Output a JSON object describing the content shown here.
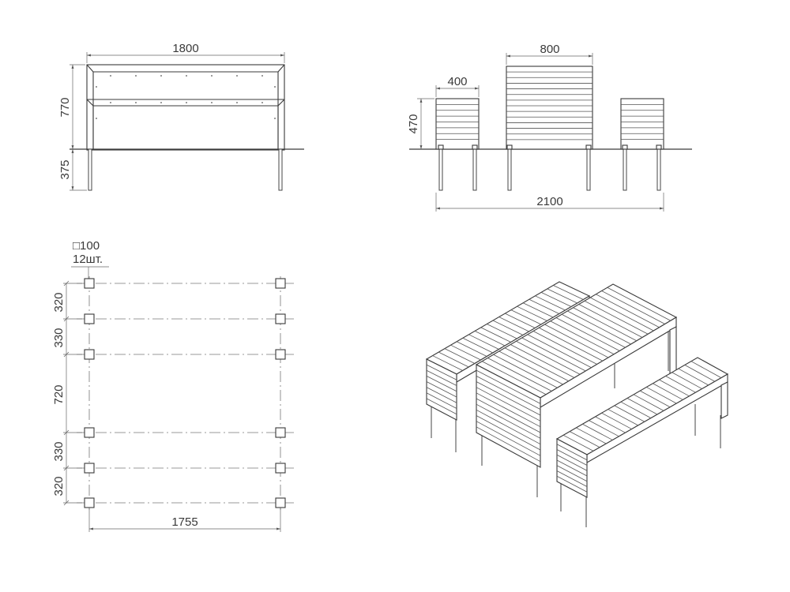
{
  "front_view": {
    "width_label": "1800",
    "height_label": "770",
    "depth_label": "375"
  },
  "side_view": {
    "bench_width_label": "400",
    "table_width_label": "800",
    "bench_height_label": "470",
    "total_width_label": "2100"
  },
  "plan_view": {
    "post_size_label": "□100",
    "post_count_label": "12шт.",
    "spacings": [
      "320",
      "330",
      "720",
      "330",
      "320"
    ],
    "length_label": "1755"
  },
  "iso_view": {}
}
